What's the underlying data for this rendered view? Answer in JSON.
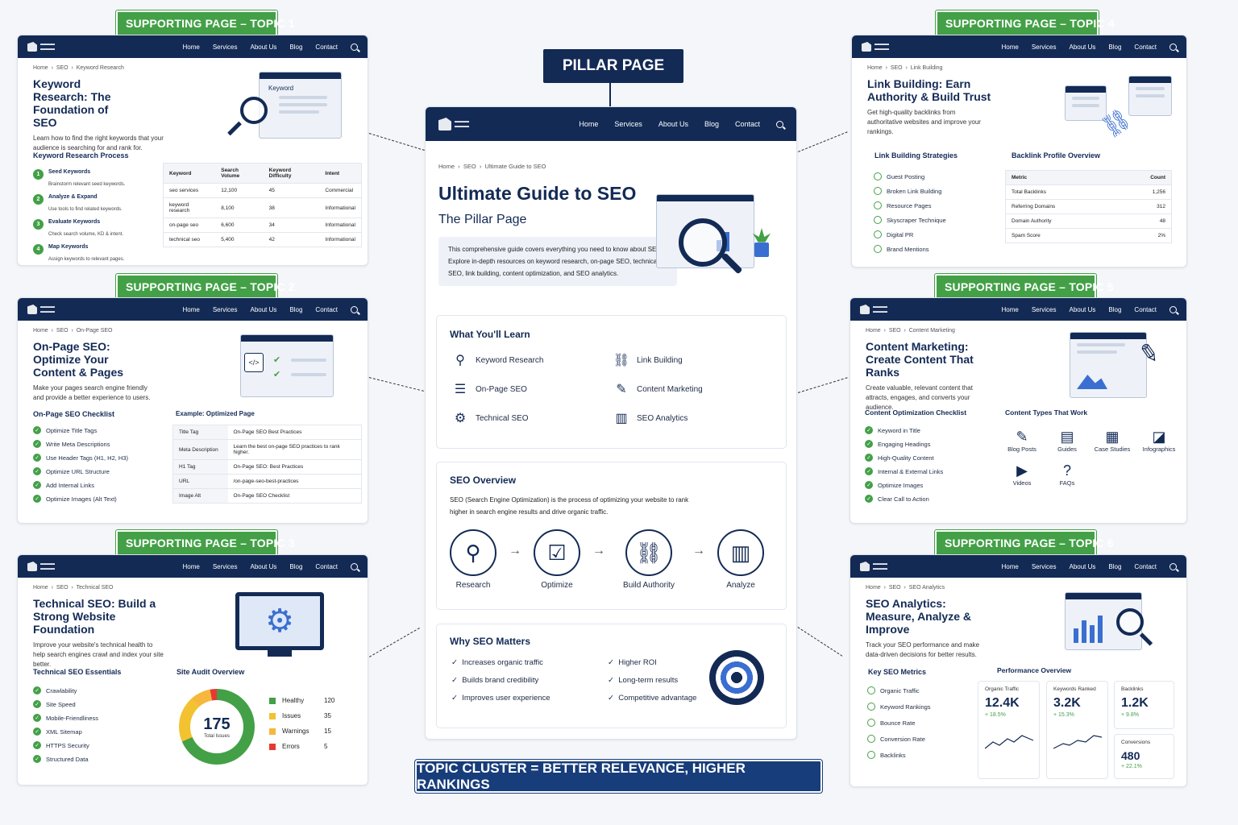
{
  "nav": {
    "links": [
      "Home",
      "Services",
      "About Us",
      "Blog",
      "Contact"
    ]
  },
  "pillar_tag": "PILLAR PAGE",
  "banner": "TOPIC CLUSTER = BETTER RELEVANCE, HIGHER RANKINGS",
  "pillar": {
    "breadcrumb": [
      "Home",
      "SEO",
      "Ultimate Guide to SEO"
    ],
    "title": "Ultimate Guide to SEO",
    "subtitle": "The Pillar Page",
    "intro": "This comprehensive guide covers everything you need to know about SEO. Explore in-depth resources on keyword research, on-page SEO, technical SEO, link building, content optimization, and SEO analytics.",
    "learn_title": "What You'll Learn",
    "learn": [
      "Keyword Research",
      "Link Building",
      "On-Page SEO",
      "Content Marketing",
      "Technical SEO",
      "SEO Analytics"
    ],
    "overview_title": "SEO Overview",
    "overview_text": "SEO (Search Engine Optimization) is the process of optimizing your website to rank higher in search engine results and drive organic traffic.",
    "flow": [
      "Research",
      "Optimize",
      "Build Authority",
      "Analyze"
    ],
    "why_title": "Why SEO Matters",
    "why": [
      "Increases organic traffic",
      "Higher ROI",
      "Builds brand credibility",
      "Long-term results",
      "Improves user experience",
      "Competitive advantage"
    ]
  },
  "topic1": {
    "tag": "SUPPORTING PAGE – TOPIC 1",
    "breadcrumb": [
      "Home",
      "SEO",
      "Keyword Research"
    ],
    "title": "Keyword Research: The Foundation of SEO",
    "sub": "Learn how to find the right keywords that your audience is searching for and rank for.",
    "illus_label": "Keyword",
    "process_title": "Keyword Research Process",
    "steps": [
      {
        "n": "1",
        "t": "Seed Keywords",
        "d": "Brainstorm relevant seed keywords."
      },
      {
        "n": "2",
        "t": "Analyze & Expand",
        "d": "Use tools to find related keywords."
      },
      {
        "n": "3",
        "t": "Evaluate Keywords",
        "d": "Check search volume, KD & intent."
      },
      {
        "n": "4",
        "t": "Map Keywords",
        "d": "Assign keywords to relevant pages."
      }
    ],
    "table_head": [
      "Keyword",
      "Search Volume",
      "Keyword Difficulty",
      "Intent"
    ],
    "table_rows": [
      [
        "seo services",
        "12,100",
        "45",
        "Commercial"
      ],
      [
        "keyword research",
        "8,100",
        "38",
        "Informational"
      ],
      [
        "on-page seo",
        "6,600",
        "34",
        "Informational"
      ],
      [
        "technical seo",
        "5,400",
        "42",
        "Informational"
      ]
    ]
  },
  "topic2": {
    "tag": "SUPPORTING PAGE – TOPIC 2",
    "breadcrumb": [
      "Home",
      "SEO",
      "On-Page SEO"
    ],
    "title": "On-Page SEO: Optimize Your Content & Pages",
    "sub": "Make your pages search engine friendly and provide a better experience to users.",
    "check_title": "On-Page SEO Checklist",
    "checks": [
      "Optimize Title Tags",
      "Write Meta Descriptions",
      "Use Header Tags (H1, H2, H3)",
      "Optimize URL Structure",
      "Add Internal Links",
      "Optimize Images (Alt Text)"
    ],
    "example_title": "Example: Optimized Page",
    "example_rows": [
      [
        "Title Tag",
        "On-Page SEO Best Practices"
      ],
      [
        "Meta Description",
        "Learn the best on-page SEO practices to rank higher."
      ],
      [
        "H1 Tag",
        "On-Page SEO: Best Practices"
      ],
      [
        "URL",
        "/on-page-seo-best-practices"
      ],
      [
        "Image Alt",
        "On-Page SEO Checklist"
      ]
    ]
  },
  "topic3": {
    "tag": "SUPPORTING PAGE – TOPIC 3",
    "breadcrumb": [
      "Home",
      "SEO",
      "Technical SEO"
    ],
    "title": "Technical SEO: Build a Strong Website Foundation",
    "sub": "Improve your website's technical health to help search engines crawl and index your site better.",
    "ess_title": "Technical SEO Essentials",
    "essentials": [
      "Crawlability",
      "Site Speed",
      "Mobile-Friendliness",
      "XML Sitemap",
      "HTTPS Security",
      "Structured Data"
    ],
    "audit_title": "Site Audit Overview",
    "total": "175",
    "total_label": "Total Issues",
    "legend": [
      {
        "name": "Healthy",
        "value": 120,
        "color": "#43a047"
      },
      {
        "name": "Issues",
        "value": 35,
        "color": "#f2c230"
      },
      {
        "name": "Warnings",
        "value": 15,
        "color": "#f6b73c"
      },
      {
        "name": "Errors",
        "value": 5,
        "color": "#e53935"
      }
    ]
  },
  "topic4": {
    "tag": "SUPPORTING PAGE – TOPIC 4",
    "breadcrumb": [
      "Home",
      "SEO",
      "Link Building"
    ],
    "title": "Link Building: Earn Authority & Build Trust",
    "sub": "Get high-quality backlinks from authoritative websites and improve your rankings.",
    "strat_title": "Link Building Strategies",
    "strategies": [
      "Guest Posting",
      "Broken Link Building",
      "Resource Pages",
      "Skyscraper Technique",
      "Digital PR",
      "Brand Mentions"
    ],
    "profile_title": "Backlink Profile Overview",
    "profile_head": [
      "Metric",
      "Count"
    ],
    "profile_rows": [
      [
        "Total Backlinks",
        "1,256"
      ],
      [
        "Referring Domains",
        "312"
      ],
      [
        "Domain Authority",
        "48"
      ],
      [
        "Spam Score",
        "2%"
      ]
    ]
  },
  "topic5": {
    "tag": "SUPPORTING PAGE – TOPIC 5",
    "breadcrumb": [
      "Home",
      "SEO",
      "Content Marketing"
    ],
    "title": "Content Marketing: Create Content That Ranks",
    "sub": "Create valuable, relevant content that attracts, engages, and converts your audience.",
    "check_title": "Content Optimization Checklist",
    "checks": [
      "Keyword in Title",
      "Engaging Headings",
      "High-Quality Content",
      "Internal & External Links",
      "Optimize Images",
      "Clear Call to Action"
    ],
    "types_title": "Content Types That Work",
    "types": [
      "Blog Posts",
      "Guides",
      "Case Studies",
      "Infographics",
      "Videos",
      "FAQs"
    ]
  },
  "topic6": {
    "tag": "SUPPORTING PAGE – TOPIC 6",
    "breadcrumb": [
      "Home",
      "SEO",
      "SEO Analytics"
    ],
    "title": "SEO Analytics: Measure, Analyze & Improve",
    "sub": "Track your SEO performance and make data-driven decisions for better results.",
    "metrics_title": "Key SEO Metrics",
    "metrics": [
      "Organic Traffic",
      "Keyword Rankings",
      "Bounce Rate",
      "Conversion Rate",
      "Backlinks"
    ],
    "perf_title": "Performance Overview",
    "cards": [
      {
        "t": "Organic Traffic",
        "v": "12.4K",
        "d": "+ 18.5%"
      },
      {
        "t": "Keywords Ranked",
        "v": "3.2K",
        "d": "+ 15.3%"
      },
      {
        "t": "Backlinks",
        "v": "1.2K",
        "d": "+ 9.8%"
      },
      {
        "t": "Conversions",
        "v": "480",
        "d": "+ 22.1%"
      }
    ]
  }
}
